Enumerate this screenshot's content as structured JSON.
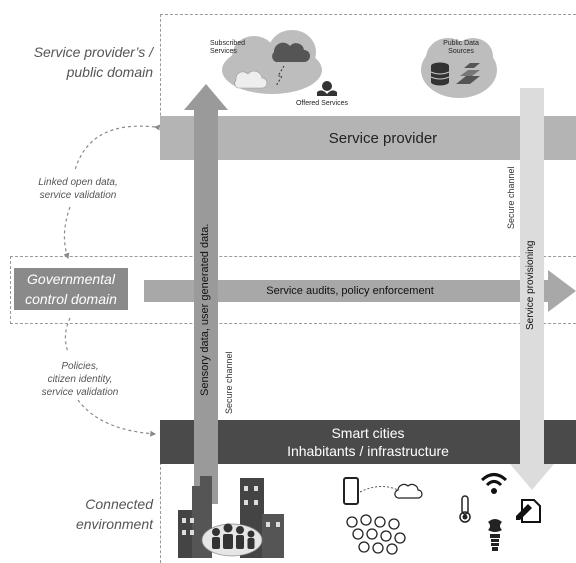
{
  "left_labels": {
    "provider_domain": [
      "Service provider’s /",
      "public domain"
    ],
    "linked_data": [
      "Linked open data,",
      "service validation"
    ],
    "governmental": [
      "Governmental",
      "control domain"
    ],
    "policies": [
      "Policies,",
      "citizen identity,",
      "service validation"
    ],
    "connected": [
      "Connected",
      "environment"
    ]
  },
  "cloud": {
    "subscribed": [
      "Subscribed",
      "Services"
    ],
    "public_data": [
      "Public Data",
      "Sources"
    ],
    "offered": "Offered Services"
  },
  "bands": {
    "service_provider": "Service provider",
    "audits": "Service audits, policy enforcement",
    "smart_cities_line1": "Smart cities",
    "smart_cities_line2": "Inhabitants / infrastructure"
  },
  "vertical": {
    "sensory": "Sensory data, user generated data.",
    "secure_channel_left": "Secure channel",
    "secure_channel_right": "Secure channel",
    "provisioning": "Service provisioning"
  },
  "colors": {
    "service_band": "#b4b4b4",
    "smart_band": "#4a4a4a",
    "up_arrow": "#9a9a9a",
    "down_arrow": "#dcdcdc",
    "audit_arrow": "#a8a8a8"
  }
}
